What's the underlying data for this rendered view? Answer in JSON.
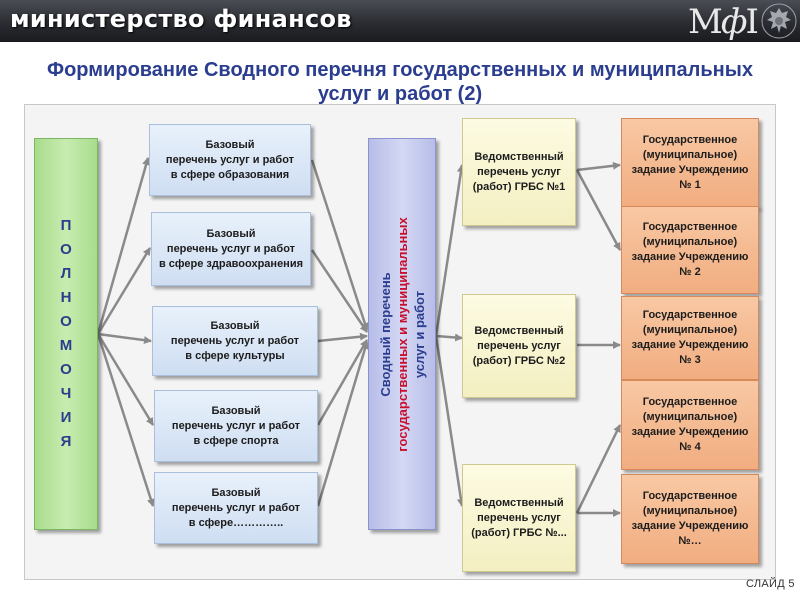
{
  "header": {
    "ministry_title": "министерство финансов",
    "logo_text_m": "М",
    "logo_text_f": "ф",
    "logo_text_i": "І"
  },
  "slide": {
    "title": "Формирование Сводного перечня государственных  и муниципальных\nуслуг и работ (2)",
    "slide_number": "СЛАЙД 5"
  },
  "diagram": {
    "powers_letters": [
      "П",
      "О",
      "Л",
      "Н",
      "О",
      "М",
      "О",
      "Ч",
      "И",
      "Я"
    ],
    "base_lists": [
      "Базовый\nперечень услуг и работ\nв сфере образования",
      "Базовый\nперечень услуг и работ\nв сфере здравоохранения",
      "Базовый\nперечень услуг и работ\nв сфере культуры",
      "Базовый\nперечень услуг и работ\nв сфере спорта",
      "Базовый\nперечень услуг и работ\nв сфере………….."
    ],
    "consolidated": {
      "line1": "Сводный перечень",
      "line2": "государственных и муниципальных",
      "line3": "услуг и работ"
    },
    "departmental_lists": [
      "Ведомственный\nперечень услуг\n(работ) ГРБС №1",
      "Ведомственный\nперечень услуг\n(работ) ГРБС №2",
      "Ведомственный\nперечень услуг\n(работ) ГРБС №..."
    ],
    "assignments": [
      "Государственное\n(муниципальное)\nзадание Учреждению\n№ 1",
      "Государственное\n(муниципальное)\nзадание Учреждению\n№ 2",
      "Государственное\n(муниципальное)\nзадание Учреждению\n№ 3",
      "Государственное\n(муниципальное)\nзадание Учреждению\n№ 4",
      "Государственное\n(муниципальное)\nзадание Учреждению\n№…"
    ]
  },
  "colors": {
    "title_blue": "#2a3d8f",
    "accent_red": "#c8102e",
    "powers_green": "#b9e59e",
    "base_blue": "#dce8f7",
    "svod_violet": "#c5cbee",
    "ved_yellow": "#f7f3cf",
    "task_orange": "#f4b68c",
    "arrow_gray": "#8a8a8a"
  },
  "icons": [
    "russian-eagle-emblem-icon"
  ]
}
